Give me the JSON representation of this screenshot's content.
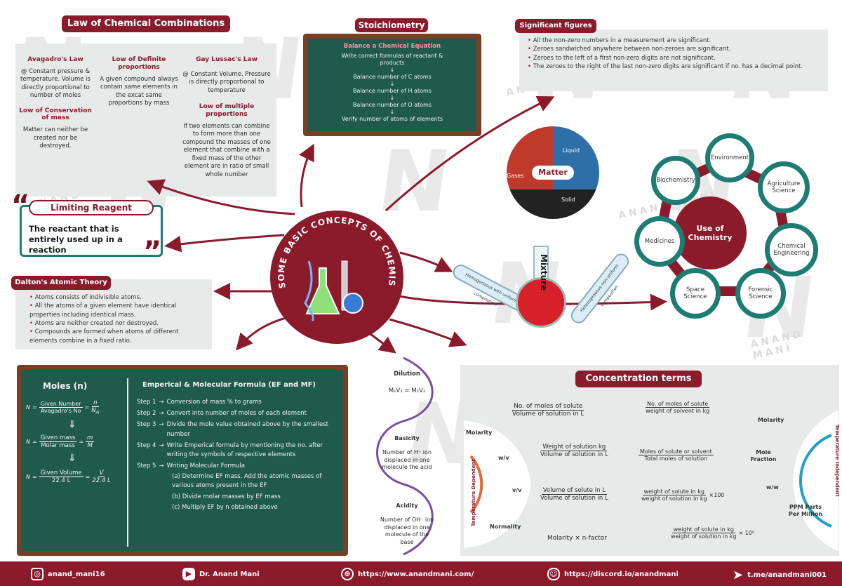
{
  "watermark": "ANAND MANI",
  "law_chem": {
    "title": "Law of Chemical Combinations",
    "avogadro_head": "Avagadro's Law",
    "avogadro_body": "@ Constant pressure & temperature. Volume is directly proportional to number of moles",
    "definite_head": "Low of Definite proportions",
    "definite_body": "A given compound always contain same elements in the excat same proportions by mass",
    "gay_head": "Gay Lussac's Law",
    "gay_body": "@ Constant Volume. Pressure is directly proportional to temperature",
    "conservation_head": "Low of Conservation of mass",
    "conservation_body": "Matter can neither be created nor be destroyed.",
    "multiple_head": "Low of multiple proportions",
    "multiple_body": "If two elements can combine to form more than one compound the masses of one element that combine with a fixed mass of the other element are in ratio of small whole number"
  },
  "stoich": {
    "title": "Stoichiometry",
    "sub": "Balance a Chemical Equation",
    "steps": [
      "Write correct formulas of reactant & products",
      "Balance number of C atoms",
      "Balance number of H atoms",
      "Balance number of O atoms",
      "Verify number of atoms of elements"
    ],
    "arrow": "↓"
  },
  "sigfig": {
    "title": "Significant figures",
    "items": [
      "All the non-zero numbers in a measurement are significant.",
      "Zeroes sandwiched anywhere between non-zeroes are significant.",
      "Zeroes to the left of a first non-zero digits are not significant.",
      "The zeroes to the right of the last non-zero digits are significant if no. has a decimal point."
    ]
  },
  "limiting": {
    "title": "Limiting Reagent",
    "body": "The reactant that is entirely used up in a reaction",
    "quote_open": "“",
    "quote_close": "”"
  },
  "dalton": {
    "title": "Dalton's Atomic Theory",
    "items": [
      "Atoms consists of indivisible atoms.",
      "All the atoms of a given element have identical properties including identical mass.",
      "Atoms are neither created nor destroyed.",
      "Compounds are formed when atoms of different elements combine in a fixed ratio."
    ]
  },
  "center": {
    "title": "SOME BASIC CONCEPTS OF CHEMISTRY"
  },
  "matter": {
    "title": "Matter",
    "gases": "Gases",
    "liquid": "Liquid",
    "solid": "Solid"
  },
  "mixture": {
    "title": "Mixture",
    "homo": "Homogeneous with uniform composition",
    "hetero": "Heterogeneous non-uniform composition"
  },
  "uses": {
    "center": "Use of Chemistry",
    "items": [
      "Environment",
      "Agriculture Science",
      "Chemical Engineering",
      "Forensic Science",
      "Space Science",
      "Medicines",
      "Biochemistry"
    ]
  },
  "moles": {
    "title": "Moles (n)",
    "n": "N",
    "eq": "=",
    "f1_num": "Given Number",
    "f1_den": "Avagadro's No",
    "f1_rnum": "n",
    "f1_rden": "N",
    "f1_rden_sub": "A",
    "f2_num": "Given mass",
    "f2_den": "Molar mass",
    "f2_rnum": "m",
    "f2_rden": "M",
    "f3_num": "Given Volume",
    "f3_den": "22.4 L",
    "f3_rnum": "V",
    "f3_rden": "22.4 L",
    "down": "⇓"
  },
  "empirical": {
    "title": "Emperical & Molecular Formula (EF and MF)",
    "steps": [
      {
        "label": "Step 1",
        "arrow": "→",
        "text": "Conversion of mass % to grams"
      },
      {
        "label": "Step 2",
        "arrow": "→",
        "text": "Convert into number of moles of each element"
      },
      {
        "label": "Step 3",
        "arrow": "→",
        "text": "Divide the mole value obtained above by the smallest number"
      },
      {
        "label": "Step 4",
        "arrow": "→",
        "text": "Write Emperical formula by mentioning the no. after writing the symbols of respective elements"
      },
      {
        "label": "Step 5",
        "arrow": "→",
        "text": "Writing Molecular Formula"
      }
    ],
    "sub": [
      "(a) Determine EF mass. Add the atomic masses of various atoms present in the EF",
      "(b) Divide molar masses by EF mass",
      "(c) Multiply EF by n obtained above"
    ]
  },
  "sidebar": {
    "dilution_title": "Dilution",
    "dilution_formula": "M₁V₁ = M₂V₂",
    "basicity_title": "Basicity",
    "basicity_body": "Number of H⁺ ion displaced in one molecule the acid",
    "acidity_title": "Acidity",
    "acidity_body": "Number of OH⁻ ion displaced in one molecule of the base"
  },
  "conc": {
    "title": "Concentration terms",
    "molarity_num": "No. of moles of solute",
    "molarity_den": "Volume of solution in L",
    "molality_num": "No. of moles of solute",
    "molality_den": "weight of solvent in kg",
    "wv_num": "Weight of solution kg",
    "wv_den": "Volume of solution in L",
    "mf_num": "Moles of solute or solvent",
    "mf_den": "Total moles of solution",
    "vv_num": "Volume of solute in L",
    "vv_den": "Volume of solution in L",
    "ww_num": "weight of solute in kg",
    "ww_den": "weight of solution in kg",
    "ww_mult": "×100",
    "ppm_num": "weight of solute in kg",
    "ppm_den": "weight of solution in kg",
    "ppm_mult": "× 10⁶",
    "normality_eq": "Molarity × n-factor",
    "labels": {
      "molarity": "Molarity",
      "wv": "w/v",
      "vv": "v/v",
      "normality": "Normality",
      "temp_dep": "Temperature Dependent",
      "molality": "Molarity",
      "mole_fraction": "Mole Fraction",
      "ww": "w/w",
      "ppm": "PPM Parts Per Million",
      "temp_indep": "Temperature Independent"
    }
  },
  "footer": {
    "insta": "anand_mani16",
    "youtube": "Dr. Anand Mani",
    "web": "https://www.anandmani.com/",
    "discord": "https://discord.io/anandmani",
    "telegram": "t.me/anandmani001"
  },
  "colors": {
    "maroon": "#8b1a2b",
    "teal": "#1d7c74",
    "chalk": "#1f5a4d",
    "wood": "#7a3f22"
  }
}
